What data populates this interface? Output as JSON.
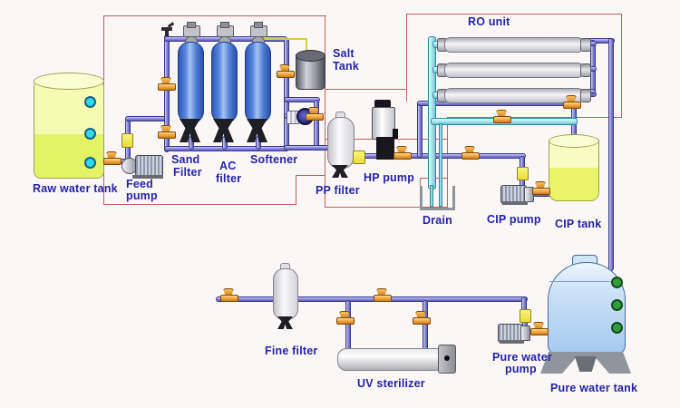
{
  "labels": {
    "raw_water_tank": "Raw water tank",
    "feed_pump_1": "Feed",
    "feed_pump_2": "pump",
    "sand_filter_1": "Sand",
    "sand_filter_2": "Filter",
    "ac_filter_1": "AC",
    "ac_filter_2": "filter",
    "softener": "Softener",
    "salt_tank_1": "Salt",
    "salt_tank_2": "Tank",
    "pp_filter": "PP filter",
    "hp_pump": "HP pump",
    "ro_unit": "RO unit",
    "drain": "Drain",
    "cip_pump": "CIP pump",
    "cip_tank": "CIP tank",
    "pure_water_pump_1": "Pure water",
    "pure_water_pump_2": "pump",
    "pure_water_tank": "Pure water tank",
    "fine_filter": "Fine filter",
    "uv_sterilizer": "UV sterilizer"
  },
  "colors": {
    "label_text": "#2323a8",
    "boundary_red": "#c2605f",
    "pipe_purple": "#9292dc",
    "pipe_cyan": "#a9e7ec",
    "valve_orange": "#f0a23c",
    "filter_tank_blue": "#4f7cd4",
    "raw_water_yellow": "#e6f368",
    "cip_tank_yellow": "#ecf66e",
    "pure_tank_blue": "#c6def6",
    "level_indicator_cyan": "#2edbe3",
    "level_indicator_green": "#2f9e35"
  }
}
